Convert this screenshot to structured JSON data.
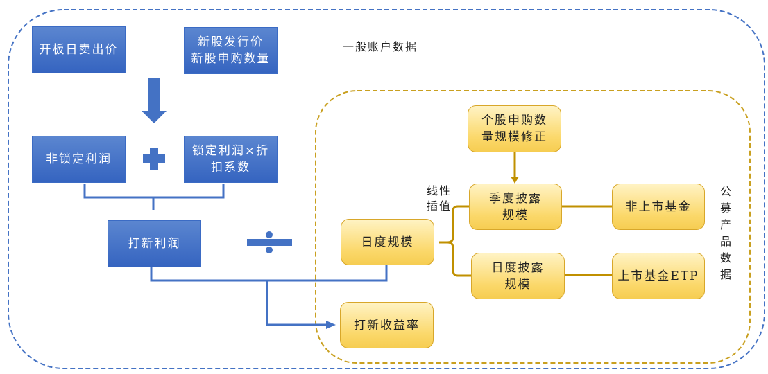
{
  "containers": {
    "general_account": {
      "label": "一般账户数据",
      "border_color": "#4472c4"
    },
    "public_fund": {
      "label": "公募产品数据",
      "border_color": "#c9a020"
    }
  },
  "blue_boxes": {
    "open_sell_price": "开板日卖出价",
    "ipo_price_qty": "新股发行价\n新股申购数量",
    "unlocked_profit": "非锁定利润",
    "locked_profit_discount": "锁定利润×折\n扣系数",
    "ipo_profit": "打新利润"
  },
  "gold_boxes": {
    "daily_scale": "日度规模",
    "ipo_return": "打新收益率",
    "subscription_adjust": "个股申购数\n量规模修正",
    "quarterly_scale": "季度披露\n规模",
    "daily_disclosed_scale": "日度披露\n规模",
    "non_listed_fund": "非上市基金",
    "listed_fund_etp": "上市基金ETP"
  },
  "annotations": {
    "linear_interp": "线性\n插值"
  },
  "operators": {
    "plus": "plus",
    "divide": "divide",
    "down_arrow": "down-arrow"
  },
  "colors": {
    "blue": "#4472c4",
    "gold_line": "#c09000",
    "gold_fill": "#fbd86a"
  }
}
